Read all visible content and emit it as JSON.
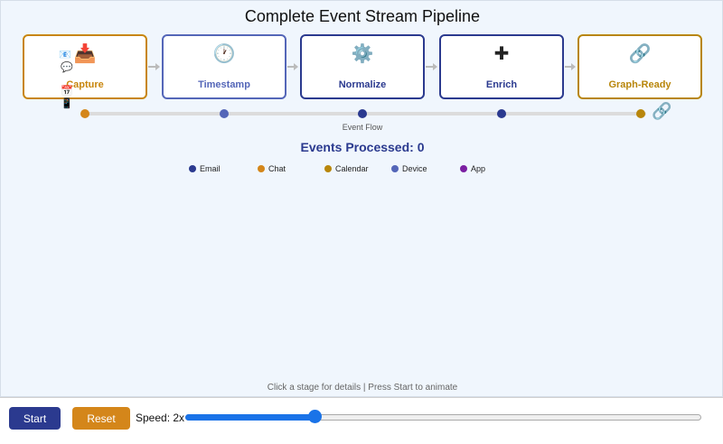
{
  "title": "Complete Event Stream Pipeline",
  "stages": [
    {
      "label": "Capture",
      "icon": "📥",
      "icon_name": "inbox-tray-icon",
      "color": "#c8860e",
      "name": "stage-capture"
    },
    {
      "label": "Timestamp",
      "icon": "🕐",
      "icon_name": "clock-icon",
      "color": "#5466b8",
      "name": "stage-timestamp"
    },
    {
      "label": "Normalize",
      "icon": "⚙️",
      "icon_name": "gear-icon",
      "color": "#2b3a8f",
      "name": "stage-normalize"
    },
    {
      "label": "Enrich",
      "icon": "✚",
      "icon_name": "plus-icon",
      "color": "#2b3a8f",
      "name": "stage-enrich"
    },
    {
      "label": "Graph-Ready",
      "icon": "🔗",
      "icon_name": "link-icon",
      "color": "#b8860b",
      "name": "stage-graph-ready"
    }
  ],
  "flow": {
    "label": "Event Flow",
    "dots": [
      "#d4861a",
      "#5466b8",
      "#2b3a8f",
      "#2b3a8f",
      "#b8860b"
    ]
  },
  "counter": {
    "text": "Events Processed: 0"
  },
  "legend": [
    {
      "label": "Email",
      "color": "#2b3a8f"
    },
    {
      "label": "Chat",
      "color": "#d4861a"
    },
    {
      "label": "Calendar",
      "color": "#b8860b"
    },
    {
      "label": "Device",
      "color": "#5466b8"
    },
    {
      "label": "App",
      "color": "#7b1fa2"
    }
  ],
  "stacked_icons": [
    {
      "glyph": "📧",
      "name": "email-icon"
    },
    {
      "glyph": "💬",
      "name": "chat-bubble-icon"
    },
    {
      "glyph": "📅",
      "name": "calendar-icon"
    },
    {
      "glyph": "📱",
      "name": "device-icon"
    }
  ],
  "tail_icon": {
    "glyph": "🔗",
    "name": "link-icon"
  },
  "hint": "Click a stage for details | Press Start to animate",
  "controls": {
    "start_label": "Start",
    "start_color": "#2b3a8f",
    "reset_label": "Reset",
    "reset_color": "#d4861a",
    "speed_label": "Speed: 2x",
    "speed_fraction": 0.25
  }
}
